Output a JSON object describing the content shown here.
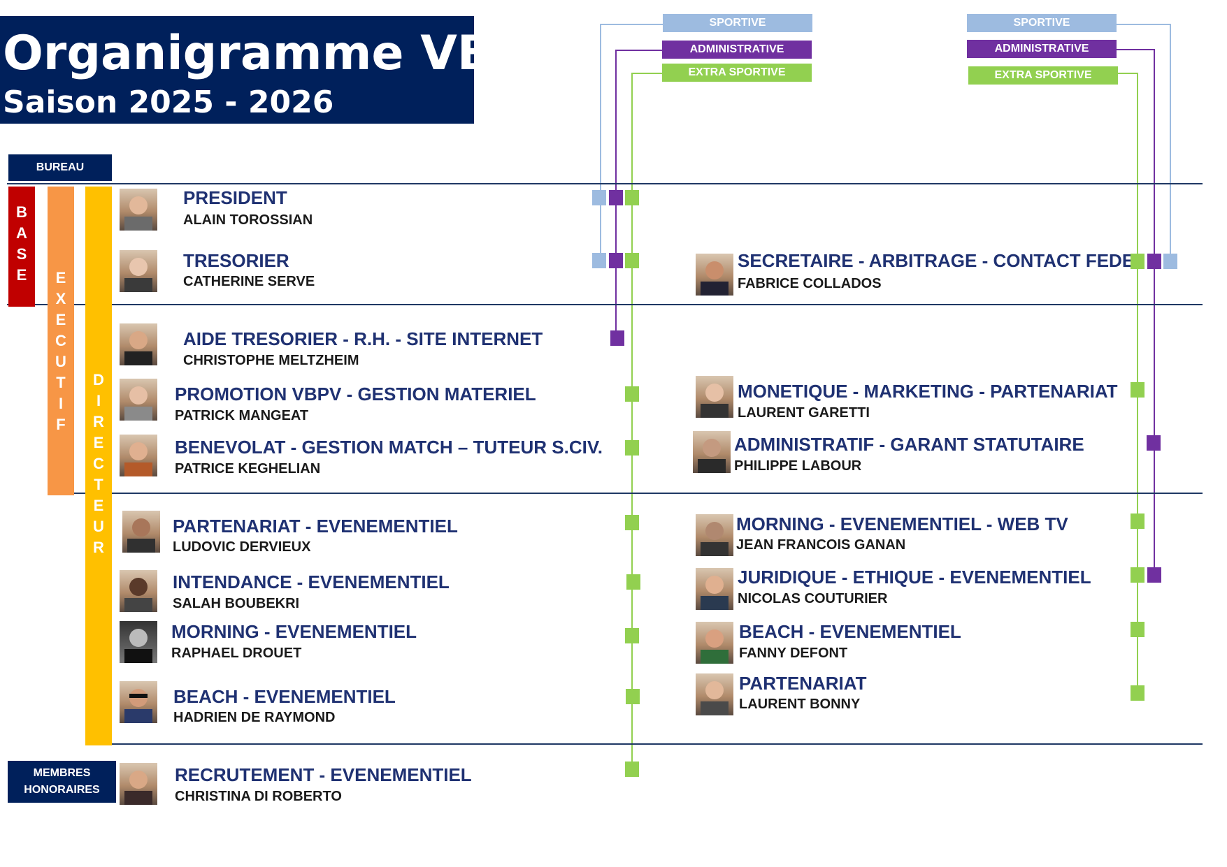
{
  "header": {
    "title": "Organigramme VBPV",
    "subtitle": "Saison 2025 - 2026"
  },
  "colors": {
    "navy": "#00205b",
    "sportive": "#9dbbe0",
    "administrative": "#7030a0",
    "extra_sportive": "#92d050",
    "base": "#c00000",
    "executif": "#f79646",
    "directeur": "#ffc000"
  },
  "legend": {
    "sportive": "SPORTIVE",
    "administrative": "ADMINISTRATIVE",
    "extra_sportive": "EXTRA SPORTIVE"
  },
  "labels": {
    "bureau": "BUREAU",
    "membres_line1": "MEMBRES",
    "membres_line2": "HONORAIRES",
    "base": [
      "B",
      "A",
      "S",
      "E"
    ],
    "executif": [
      "E",
      "X",
      "E",
      "C",
      "U",
      "T",
      "I",
      "F"
    ],
    "directeur": [
      "D",
      "I",
      "R",
      "E",
      "C",
      "T",
      "E",
      "U",
      "R"
    ]
  },
  "members_left": [
    {
      "role": "PRESIDENT",
      "name": "ALAIN TOROSSIAN",
      "tags": [
        "sportive",
        "administrative",
        "extra_sportive"
      ],
      "icon": "person-photo"
    },
    {
      "role": "TRESORIER",
      "name": "CATHERINE SERVE",
      "tags": [
        "sportive",
        "administrative",
        "extra_sportive"
      ],
      "icon": "person-photo"
    },
    {
      "role": "AIDE TRESORIER - R.H. - SITE INTERNET",
      "name": "CHRISTOPHE MELTZHEIM",
      "tags": [
        "administrative"
      ],
      "icon": "person-photo"
    },
    {
      "role": "PROMOTION VBPV - GESTION MATERIEL",
      "name": "PATRICK MANGEAT",
      "tags": [
        "extra_sportive"
      ],
      "icon": "person-photo"
    },
    {
      "role": "BENEVOLAT - GESTION MATCH – TUTEUR S.CIV.",
      "name": "PATRICE KEGHELIAN",
      "tags": [
        "extra_sportive"
      ],
      "icon": "person-photo"
    },
    {
      "role": "PARTENARIAT - EVENEMENTIEL",
      "name": "LUDOVIC DERVIEUX",
      "tags": [
        "extra_sportive"
      ],
      "icon": "person-photo"
    },
    {
      "role": "INTENDANCE - EVENEMENTIEL",
      "name": "SALAH BOUBEKRI",
      "tags": [
        "extra_sportive"
      ],
      "icon": "person-photo"
    },
    {
      "role": "MORNING - EVENEMENTIEL",
      "name": "RAPHAEL DROUET",
      "tags": [
        "extra_sportive"
      ],
      "icon": "person-photo"
    },
    {
      "role": "BEACH - EVENEMENTIEL",
      "name": "HADRIEN DE RAYMOND",
      "tags": [
        "extra_sportive"
      ],
      "icon": "person-photo"
    },
    {
      "role": "RECRUTEMENT - EVENEMENTIEL",
      "name": "CHRISTINA DI ROBERTO",
      "tags": [
        "extra_sportive"
      ],
      "icon": "person-photo"
    }
  ],
  "members_right": [
    {
      "role": "SECRETAIRE - ARBITRAGE - CONTACT FEDE",
      "name": "FABRICE COLLADOS",
      "tags": [
        "extra_sportive",
        "administrative",
        "sportive"
      ],
      "icon": "person-photo"
    },
    {
      "role": "MONETIQUE - MARKETING - PARTENARIAT",
      "name": "LAURENT GARETTI",
      "tags": [
        "extra_sportive"
      ],
      "icon": "person-photo"
    },
    {
      "role": "ADMINISTRATIF - GARANT STATUTAIRE",
      "name": "PHILIPPE LABOUR",
      "tags": [
        "administrative"
      ],
      "icon": "person-photo"
    },
    {
      "role": "MORNING - EVENEMENTIEL - WEB TV",
      "name": "JEAN FRANCOIS GANAN",
      "tags": [
        "extra_sportive"
      ],
      "icon": "person-photo"
    },
    {
      "role": "JURIDIQUE - ETHIQUE - EVENEMENTIEL",
      "name": "NICOLAS COUTURIER",
      "tags": [
        "extra_sportive",
        "administrative"
      ],
      "icon": "person-photo"
    },
    {
      "role": "BEACH - EVENEMENTIEL",
      "name": "FANNY DEFONT",
      "tags": [
        "extra_sportive"
      ],
      "icon": "person-photo"
    },
    {
      "role": "PARTENARIAT",
      "name": "LAURENT BONNY",
      "tags": [
        "extra_sportive"
      ],
      "icon": "person-photo"
    }
  ]
}
